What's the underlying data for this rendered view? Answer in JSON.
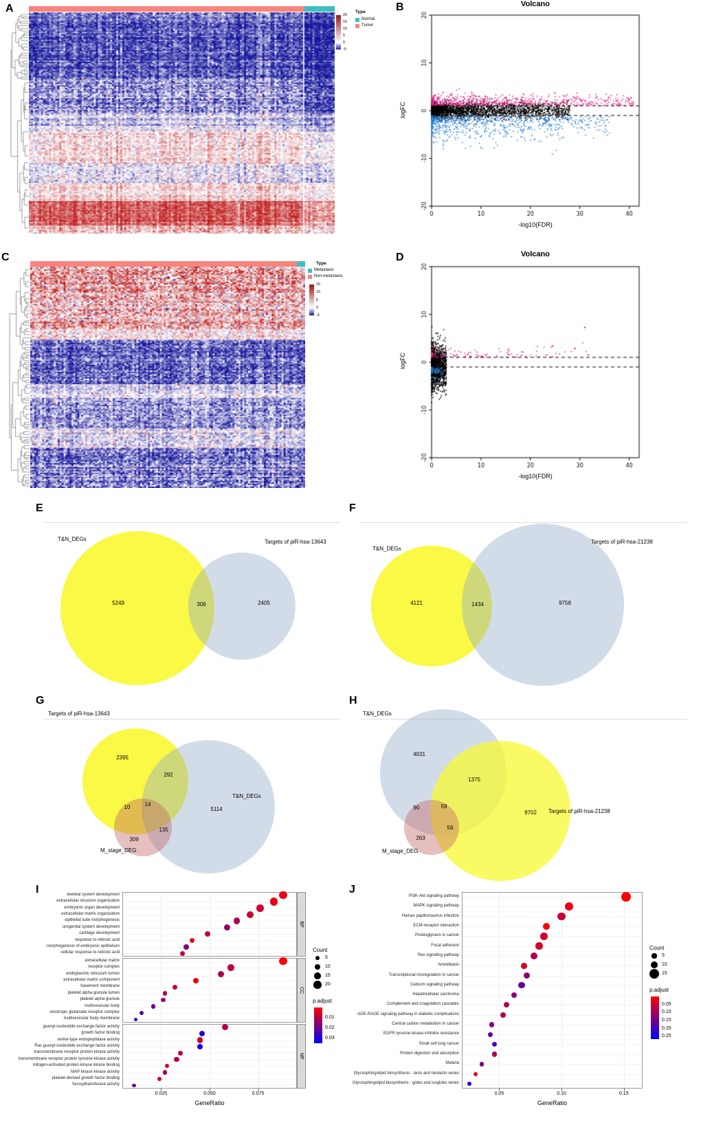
{
  "chart_data": [
    {
      "panel": "A",
      "type": "heatmap",
      "legend": {
        "type_title": "Type",
        "entries": [
          {
            "label": "Normal",
            "color": "#3FBFBF"
          },
          {
            "label": "Tumor",
            "color": "#F8857C"
          }
        ],
        "scale_ticks": [
          "20",
          "15",
          "10",
          "5",
          "0",
          "-5"
        ]
      },
      "annotation_bar": [
        {
          "label": "Tumor",
          "color": "#F8857C",
          "fraction": 0.9
        },
        {
          "label": "Normal",
          "color": "#3FBFBF",
          "fraction": 0.1
        }
      ],
      "grid": {
        "rows": 170,
        "cols": 150,
        "right_block_fraction": 0.1
      },
      "row_bands": [
        {
          "fraction": 0.3,
          "main": -3.4,
          "right": -4.8,
          "noise": 1.1
        },
        {
          "fraction": 0.15,
          "main": -2.3,
          "right": -4.0,
          "noise": 1.4
        },
        {
          "fraction": 0.09,
          "main": -1.0,
          "right": -2.4,
          "noise": 1.0
        },
        {
          "fraction": 0.14,
          "main": 0.8,
          "right": -0.3,
          "noise": 0.8
        },
        {
          "fraction": 0.09,
          "main": -0.5,
          "right": -1.2,
          "noise": 1.0
        },
        {
          "fraction": 0.08,
          "main": 1.1,
          "right": 0.2,
          "noise": 0.7
        },
        {
          "fraction": 0.11,
          "main": 3.5,
          "right": 1.8,
          "noise": 0.8
        },
        {
          "fraction": 0.04,
          "main": 1.5,
          "right": 0.5,
          "noise": 1.0
        }
      ],
      "seed": 11
    },
    {
      "panel": "B",
      "type": "scatter",
      "title": "Volcano",
      "xlabel": "-log10(FDR)",
      "ylabel": "logFC",
      "xlim": [
        0,
        42
      ],
      "ylim": [
        -20,
        20
      ],
      "xticks": [
        0,
        10,
        20,
        30,
        40
      ],
      "yticks": [
        -20,
        -10,
        0,
        10,
        20
      ],
      "dashed_hlines": [
        1,
        -1
      ],
      "series": [
        {
          "name": "not significant",
          "color": "#000000",
          "n": 2600,
          "x_max": 28,
          "x_power": 2.6,
          "y_base": 0,
          "y_spread": 0.85,
          "side": 0
        },
        {
          "name": "down",
          "color": "#2E86DE",
          "n": 750,
          "x_max": 36,
          "x_power": 1.9,
          "y_base": 1,
          "y_spread": 2.4,
          "side": -1
        },
        {
          "name": "up",
          "color": "#E7298A",
          "n": 650,
          "x_max": 41,
          "x_power": 1.7,
          "y_base": 1,
          "y_spread": 1.2,
          "side": 1
        }
      ],
      "outliers": [],
      "seed": 22
    },
    {
      "panel": "C",
      "type": "heatmap",
      "legend": {
        "type_title": "Type",
        "entries": [
          {
            "label": "Metastasis",
            "color": "#3FBFBF"
          },
          {
            "label": "Non-metastasis",
            "color": "#F8857C"
          }
        ],
        "scale_ticks": [
          "15",
          "10",
          "5",
          "0",
          "-5"
        ]
      },
      "annotation_bar": [
        {
          "label": "Non-metastasis",
          "color": "#F8857C",
          "fraction": 0.97
        },
        {
          "label": "Metastasis",
          "color": "#3FBFBF",
          "fraction": 0.03
        }
      ],
      "grid": {
        "rows": 160,
        "cols": 140,
        "right_block_fraction": 0
      },
      "row_bands": [
        {
          "fraction": 0.28,
          "main": 1.9,
          "right": 1.9,
          "noise": 1.6,
          "speckle": 0.02,
          "speckle_value": -3.0
        },
        {
          "fraction": 0.05,
          "main": 0.3,
          "right": 0.3,
          "noise": 1.0
        },
        {
          "fraction": 0.2,
          "main": -3.2,
          "right": -3.2,
          "noise": 1.2
        },
        {
          "fraction": 0.06,
          "main": -0.6,
          "right": -0.6,
          "noise": 0.9,
          "speckle": 0.02,
          "speckle_value": 2.2
        },
        {
          "fraction": 0.14,
          "main": -2.2,
          "right": -2.2,
          "noise": 1.3
        },
        {
          "fraction": 0.09,
          "main": -0.8,
          "right": -0.8,
          "noise": 1.1,
          "speckle": 0.03,
          "speckle_value": 2.4
        },
        {
          "fraction": 0.18,
          "main": -2.6,
          "right": -2.6,
          "noise": 1.4
        }
      ],
      "seed": 44
    },
    {
      "panel": "D",
      "type": "scatter",
      "title": "Volcano",
      "xlabel": "-log10(FDR)",
      "ylabel": "logFC",
      "xlim": [
        0,
        42
      ],
      "ylim": [
        -20,
        20
      ],
      "xticks": [
        0,
        10,
        20,
        30,
        40
      ],
      "yticks": [
        -20,
        -10,
        0,
        10,
        20
      ],
      "dashed_hlines": [
        1,
        -1
      ],
      "series": [
        {
          "name": "not significant",
          "color": "#000000",
          "n": 1700,
          "x_max": 3,
          "x_power": 2.2,
          "y_base": -1,
          "y_spread": 2.2,
          "side": 0
        },
        {
          "name": "down",
          "color": "#2E86DE",
          "n": 60,
          "x_max": 2.5,
          "x_power": 2.0,
          "y_base": 1,
          "y_spread": 1.3,
          "side": -1
        },
        {
          "name": "up",
          "color": "#E7298A",
          "n": 130,
          "x_max": 32,
          "x_power": 2.4,
          "y_base": 1,
          "y_spread": 1.0,
          "side": 1
        }
      ],
      "outliers": [
        {
          "x": 31,
          "y": 7.3,
          "color": "#E7298A"
        },
        {
          "x": 24.5,
          "y": 3.4,
          "color": "#E7298A"
        },
        {
          "x": 29,
          "y": 2.9,
          "color": "#E7298A"
        }
      ],
      "seed": 33
    },
    {
      "panel": "E",
      "type": "venn",
      "sets": [
        {
          "label": "T&N_DEGs",
          "only_value": 5249,
          "color": "#F8F832"
        },
        {
          "label": "Targets of piR-hsa-13643",
          "only_value": 2405,
          "color": "#8FA8C8"
        }
      ],
      "overlaps": [
        {
          "sets": [
            "T&N_DEGs",
            "Targets of piR-hsa-13643"
          ],
          "value": 306
        }
      ]
    },
    {
      "panel": "F",
      "type": "venn",
      "sets": [
        {
          "label": "T&N_DEGs",
          "only_value": 4121,
          "color": "#F8F832"
        },
        {
          "label": "Targets of piR-hsa-21238",
          "only_value": 9758,
          "color": "#8FA8C8"
        }
      ],
      "overlaps": [
        {
          "sets": [
            "T&N_DEGs",
            "Targets of piR-hsa-21238"
          ],
          "value": 1434
        }
      ]
    },
    {
      "panel": "G",
      "type": "venn",
      "sets": [
        {
          "label": "Targets of piR-hsa-13643",
          "only_value": 2395,
          "color": "#F8F832"
        },
        {
          "label": "T&N_DEGs",
          "only_value": 5114,
          "color": "#8FA8C8"
        },
        {
          "label": "M_stage_DEG",
          "only_value": 309,
          "color": "#C06060"
        }
      ],
      "overlaps": [
        {
          "sets": [
            "Targets of piR-hsa-13643",
            "T&N_DEGs"
          ],
          "value": 292
        },
        {
          "sets": [
            "Targets of piR-hsa-13643",
            "M_stage_DEG"
          ],
          "value": 10
        },
        {
          "sets": [
            "T&N_DEGs",
            "M_stage_DEG"
          ],
          "value": 135
        },
        {
          "sets": [
            "Targets of piR-hsa-13643",
            "T&N_DEGs",
            "M_stage_DEG"
          ],
          "value": 14
        }
      ]
    },
    {
      "panel": "H",
      "type": "venn",
      "sets": [
        {
          "label": "T&N_DEGs",
          "only_value": 4031,
          "color": "#8FA8C8"
        },
        {
          "label": "Targets of piR-hsa-21238",
          "only_value": 9702,
          "color": "#F8F832"
        },
        {
          "label": "M_stage_DEG",
          "only_value": 263,
          "color": "#C06060"
        }
      ],
      "overlaps": [
        {
          "sets": [
            "T&N_DEGs",
            "Targets of piR-hsa-21238"
          ],
          "value": 1375
        },
        {
          "sets": [
            "T&N_DEGs",
            "M_stage_DEG"
          ],
          "value": 90
        },
        {
          "sets": [
            "Targets of piR-hsa-21238",
            "M_stage_DEG"
          ],
          "value": 56
        },
        {
          "sets": [
            "T&N_DEGs",
            "Targets of piR-hsa-21238",
            "M_stage_DEG"
          ],
          "value": 59
        }
      ]
    },
    {
      "panel": "I",
      "type": "dotplot",
      "xlabel": "GeneRatio",
      "xlim": [
        0.005,
        0.095
      ],
      "xticks": [
        0.025,
        0.05,
        0.075
      ],
      "xtick_labels": [
        "0.025",
        "0.050",
        "0.075"
      ],
      "facets": [
        {
          "label": "BP",
          "items": [
            {
              "term": "skeletal system development",
              "ratio": 0.088,
              "count": 20,
              "padj": 0.004
            },
            {
              "term": "extracellular structure organization",
              "ratio": 0.083,
              "count": 19,
              "padj": 0.004
            },
            {
              "term": "embryonic organ development",
              "ratio": 0.076,
              "count": 17,
              "padj": 0.008
            },
            {
              "term": "extracellular matrix organization",
              "ratio": 0.071,
              "count": 16,
              "padj": 0.008
            },
            {
              "term": "epithelial tube morphogenesis",
              "ratio": 0.064,
              "count": 15,
              "padj": 0.012
            },
            {
              "term": "urogenital system development",
              "ratio": 0.059,
              "count": 13,
              "padj": 0.015
            },
            {
              "term": "cartilage development",
              "ratio": 0.049,
              "count": 11,
              "padj": 0.008
            },
            {
              "term": "response to retinoic acid",
              "ratio": 0.041,
              "count": 9,
              "padj": 0.004
            },
            {
              "term": "morphogenesis of embryonic epithelium",
              "ratio": 0.038,
              "count": 9,
              "padj": 0.018
            },
            {
              "term": "cellular response to retinoic acid",
              "ratio": 0.036,
              "count": 8,
              "padj": 0.01
            }
          ]
        },
        {
          "label": "CC",
          "items": [
            {
              "term": "extracellular matrix",
              "ratio": 0.088,
              "count": 20,
              "padj": 0.001
            },
            {
              "term": "receptor complex",
              "ratio": 0.061,
              "count": 14,
              "padj": 0.01
            },
            {
              "term": "endoplasmic reticulum lumen",
              "ratio": 0.056,
              "count": 13,
              "padj": 0.012
            },
            {
              "term": "extracellular matrix component",
              "ratio": 0.043,
              "count": 10,
              "padj": 0.004
            },
            {
              "term": "basement membrane",
              "ratio": 0.032,
              "count": 8,
              "padj": 0.008
            },
            {
              "term": "platelet alpha granule lumen",
              "ratio": 0.027,
              "count": 6,
              "padj": 0.01
            },
            {
              "term": "platelet alpha granule",
              "ratio": 0.026,
              "count": 6,
              "padj": 0.014
            },
            {
              "term": "multivesicular body",
              "ratio": 0.021,
              "count": 5,
              "padj": 0.02
            },
            {
              "term": "ionotropic glutamate receptor complex",
              "ratio": 0.015,
              "count": 4,
              "padj": 0.024
            },
            {
              "term": "multivesicular body membrane",
              "ratio": 0.012,
              "count": 3,
              "padj": 0.03
            }
          ]
        },
        {
          "label": "MF",
          "items": [
            {
              "term": "guanyl-nucleotide exchange factor activity",
              "ratio": 0.058,
              "count": 13,
              "padj": 0.012
            },
            {
              "term": "growth factor binding",
              "ratio": 0.046,
              "count": 10,
              "padj": 0.03
            },
            {
              "term": "serine-type endopeptidase activity",
              "ratio": 0.045,
              "count": 11,
              "padj": 0.006
            },
            {
              "term": "Ras guanyl-nucleotide exchange factor activity",
              "ratio": 0.045,
              "count": 10,
              "padj": 0.032
            },
            {
              "term": "transmembrane receptor protein kinase activity",
              "ratio": 0.035,
              "count": 8,
              "padj": 0.01
            },
            {
              "term": "transmembrane receptor protein tyrosine kinase activity",
              "ratio": 0.033,
              "count": 8,
              "padj": 0.012
            },
            {
              "term": "mitogen-activated protein kinase kinase binding",
              "ratio": 0.028,
              "count": 6,
              "padj": 0.008
            },
            {
              "term": "MAP kinase kinase activity",
              "ratio": 0.027,
              "count": 6,
              "padj": 0.014
            },
            {
              "term": "platelet-derived growth factor binding",
              "ratio": 0.024,
              "count": 5,
              "padj": 0.006
            },
            {
              "term": "fucosyltransferase activity",
              "ratio": 0.011,
              "count": 3,
              "padj": 0.02
            }
          ]
        }
      ],
      "count_legend": {
        "title": "Count",
        "values": [
          5,
          10,
          15,
          20
        ]
      },
      "padjust_legend": {
        "title": "p.adjust",
        "min": 0.001,
        "max": 0.035,
        "ticks": [
          0.01,
          0.02,
          0.03
        ],
        "tick_labels": [
          "0.01",
          "0.02",
          "0.03"
        ]
      }
    },
    {
      "panel": "J",
      "type": "dotplot",
      "xlabel": "GeneRatio",
      "xlim": [
        0.02,
        0.165
      ],
      "xticks": [
        0.05,
        0.1,
        0.15
      ],
      "xtick_labels": [
        "0.05",
        "0.10",
        "0.15"
      ],
      "facets": [
        {
          "label": "",
          "items": [
            {
              "term": "PI3K-Akt signaling pathway",
              "ratio": 0.152,
              "count": 15,
              "padj": 0.01
            },
            {
              "term": "MAPK signaling pathway",
              "ratio": 0.106,
              "count": 12,
              "padj": 0.03
            },
            {
              "term": "Human papillomavirus infection",
              "ratio": 0.1,
              "count": 11,
              "padj": 0.06
            },
            {
              "term": "ECM-receptor interaction",
              "ratio": 0.088,
              "count": 9,
              "padj": 0.01
            },
            {
              "term": "Proteoglycans in cancer",
              "ratio": 0.086,
              "count": 10,
              "padj": 0.05
            },
            {
              "term": "Focal adhesion",
              "ratio": 0.082,
              "count": 10,
              "padj": 0.05
            },
            {
              "term": "Ras signaling pathway",
              "ratio": 0.078,
              "count": 9,
              "padj": 0.09
            },
            {
              "term": "Amoebiasis",
              "ratio": 0.07,
              "count": 7,
              "padj": 0.04
            },
            {
              "term": "Transcriptional misregulation in cancer",
              "ratio": 0.072,
              "count": 8,
              "padj": 0.12
            },
            {
              "term": "Calcium signaling pathway",
              "ratio": 0.068,
              "count": 8,
              "padj": 0.17
            },
            {
              "term": "Hepatocellular carcinoma",
              "ratio": 0.062,
              "count": 7,
              "padj": 0.13
            },
            {
              "term": "Complement and coagulation cascades",
              "ratio": 0.056,
              "count": 6,
              "padj": 0.08
            },
            {
              "term": "AGE-RAGE signaling pathway in diabetic complications",
              "ratio": 0.053,
              "count": 6,
              "padj": 0.09
            },
            {
              "term": "Central carbon metabolism in cancer",
              "ratio": 0.044,
              "count": 5,
              "padj": 0.13
            },
            {
              "term": "EGFR tyrosine kinase inhibitor resistance",
              "ratio": 0.043,
              "count": 5,
              "padj": 0.18
            },
            {
              "term": "Small cell lung cancer",
              "ratio": 0.046,
              "count": 5,
              "padj": 0.19
            },
            {
              "term": "Protein digestion and absorption",
              "ratio": 0.046,
              "count": 5,
              "padj": 0.09
            },
            {
              "term": "Malaria",
              "ratio": 0.036,
              "count": 4,
              "padj": 0.14
            },
            {
              "term": "Glycosphingolipid biosynthesis - lacto and neolacto series",
              "ratio": 0.031,
              "count": 3,
              "padj": 0.04
            },
            {
              "term": "Glycosphingolipid biosynthesis - globo and isoglobo series",
              "ratio": 0.026,
              "count": 3,
              "padj": 0.24
            }
          ]
        }
      ],
      "count_legend": {
        "title": "Count",
        "values": [
          5,
          10,
          15
        ]
      },
      "padjust_legend": {
        "title": "p.adjust",
        "min": 0.005,
        "max": 0.27,
        "ticks": [
          0.05,
          0.1,
          0.15,
          0.2,
          0.25
        ],
        "tick_labels": [
          "0.05",
          "0.10",
          "0.15",
          "0.20",
          "0.25"
        ]
      }
    }
  ]
}
